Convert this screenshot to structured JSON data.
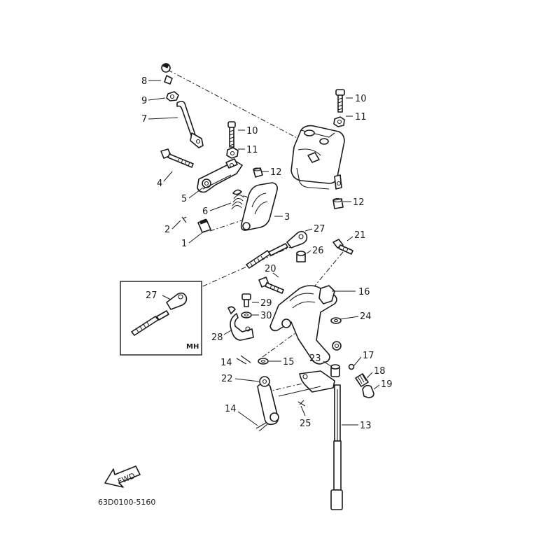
{
  "diagram_code": "63D0100-5160",
  "inset_label": "MH",
  "fwd_label": "FWD",
  "callouts": {
    "c1": "1",
    "c2": "2",
    "c3": "3",
    "c4": "4",
    "c5": "5",
    "c6": "6",
    "c7": "7",
    "c8": "8",
    "c9": "9",
    "c10a": "10",
    "c10b": "10",
    "c11a": "11",
    "c11b": "11",
    "c12a": "12",
    "c12b": "12",
    "c13": "13",
    "c14a": "14",
    "c14b": "14",
    "c15": "15",
    "c16": "16",
    "c17": "17",
    "c18": "18",
    "c19": "19",
    "c20": "20",
    "c21": "21",
    "c22": "22",
    "c23": "23",
    "c24": "24",
    "c25": "25",
    "c26": "26",
    "c27a": "27",
    "c27b": "27",
    "c28": "28",
    "c29": "29",
    "c30": "30"
  },
  "colors": {
    "ink": "#1a1a1a",
    "paper": "#ffffff"
  }
}
